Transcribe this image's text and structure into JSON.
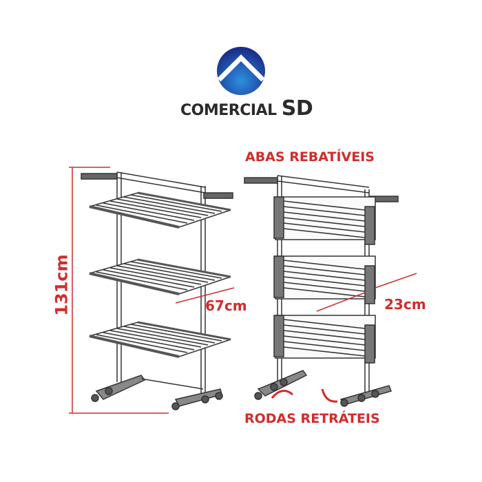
{
  "logo": {
    "name": "COMERCIAL",
    "suffix": "SD"
  },
  "labels": {
    "height": "131cm",
    "width": "67cm",
    "depth": "23cm",
    "flaps": "ABAS REBATÍVEIS",
    "wheels": "RODAS RETRÁTEIS"
  },
  "colors": {
    "accent": "#d42b2b",
    "logo_blue": "#1f4fa8",
    "text": "#2b2b2b"
  }
}
